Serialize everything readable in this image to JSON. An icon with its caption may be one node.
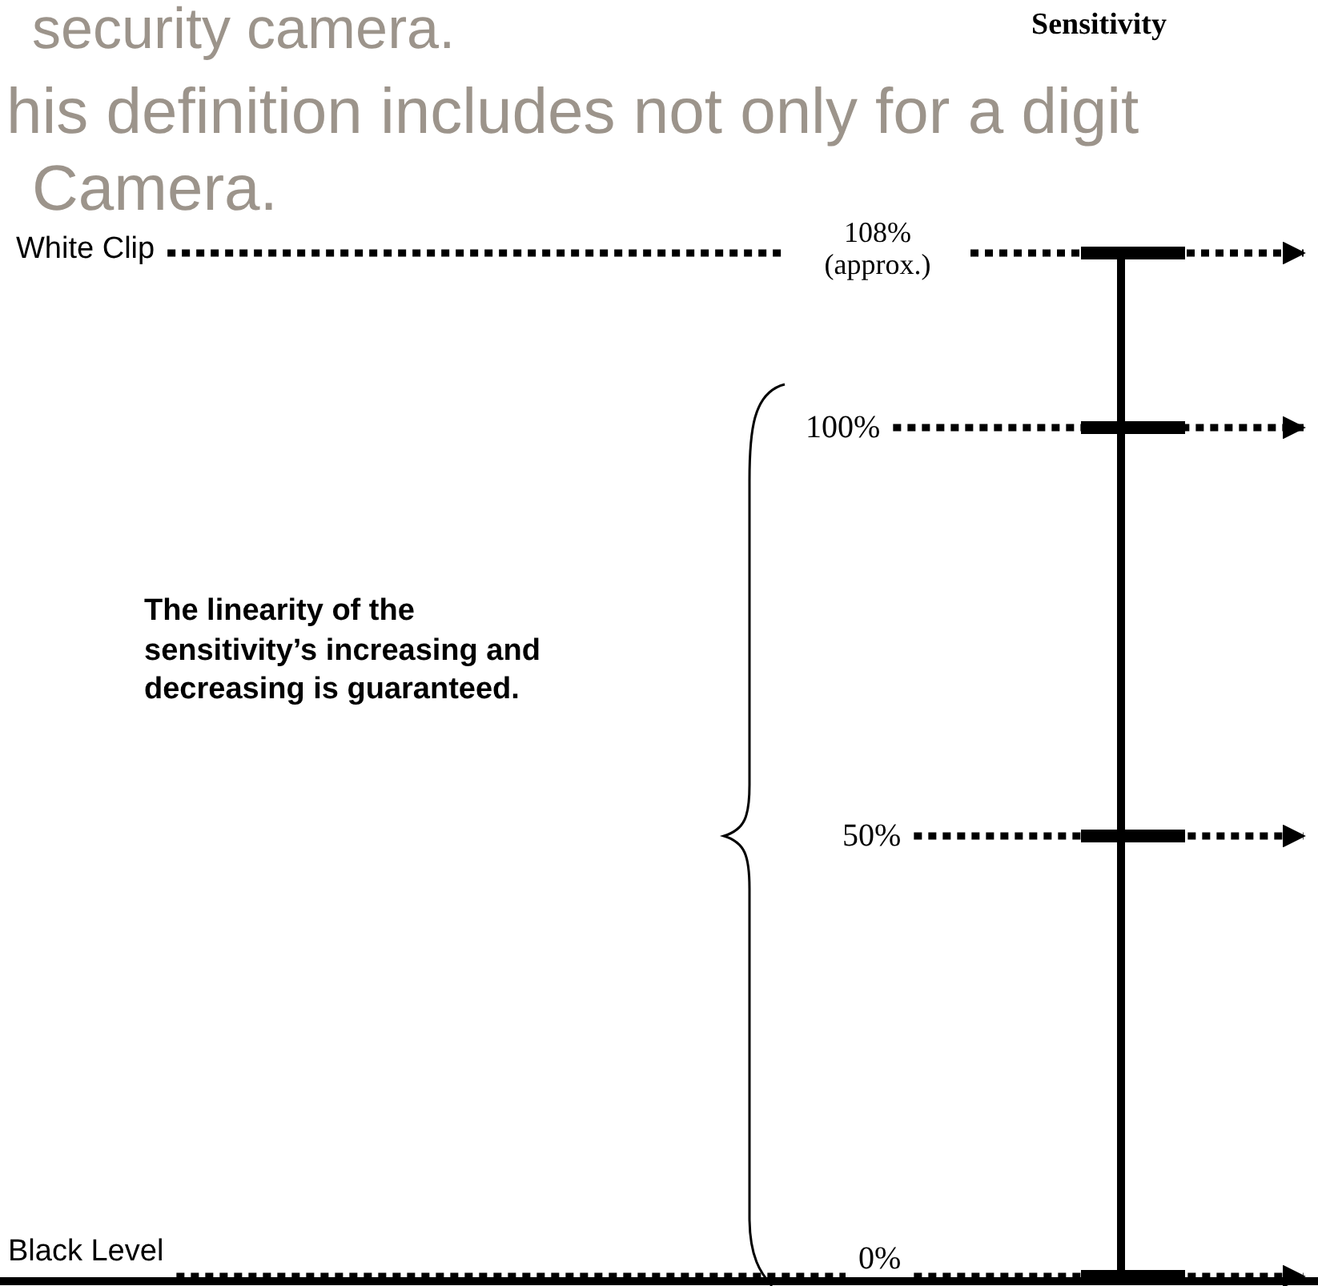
{
  "diagram": {
    "nodes": [
      {
        "text": [
          "Sensitivity"
        ]
      },
      {
        "text": [
          "White Clip"
        ]
      },
      {
        "text": [
          "108% (approx.)"
        ]
      },
      {
        "text": [
          "100%"
        ]
      },
      {
        "text": [
          "50%"
        ]
      },
      {
        "text": [
          "Black Level"
        ]
      },
      {
        "text": [
          "0%"
        ]
      }
    ],
    "edges": [
      {
        "from": 1,
        "to": 2,
        "arrow": "none",
        "style": "dashed"
      },
      {
        "from": 2,
        "to": null,
        "arrow": "to",
        "style": "dashed"
      },
      {
        "from": 3,
        "to": null,
        "arrow": "to",
        "style": "dashed"
      },
      {
        "from": 4,
        "to": null,
        "arrow": "to",
        "style": "dashed"
      },
      {
        "from": 5,
        "to": 6,
        "arrow": "none",
        "style": "dashed"
      },
      {
        "from": 6,
        "to": null,
        "arrow": "to",
        "style": "dashed"
      }
    ],
    "labels": [
      "security camera.",
      "his definition includes not only for a digit",
      "Camera.",
      "The linearity of the sensitivity’s increasing and decreasing is guaranteed."
    ]
  }
}
